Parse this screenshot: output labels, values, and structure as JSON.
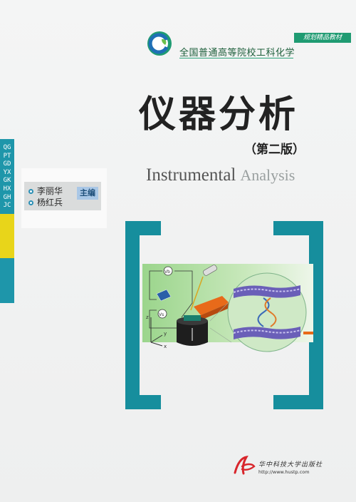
{
  "header": {
    "series_name": "全国普通高等院校工科化学",
    "badge": "规划精品教材"
  },
  "book": {
    "title": "仪器分析",
    "edition": "（第二版）",
    "english_title_main": "Instrumental",
    "english_title_light": "Analysis"
  },
  "spine_code": "QGPTGDYXGKHXGHJC",
  "authors": {
    "names": [
      "李丽华",
      "杨红兵"
    ],
    "role": "主编"
  },
  "illustration": {
    "labels": [
      "Vb",
      "Vs",
      "z",
      "y",
      "x"
    ]
  },
  "publisher": {
    "name": "华中科技大学出版社",
    "url": "http://www.hustp.com"
  },
  "colors": {
    "teal": "#168e9d",
    "green": "#1f9b72",
    "yellow": "#e8d51a"
  }
}
